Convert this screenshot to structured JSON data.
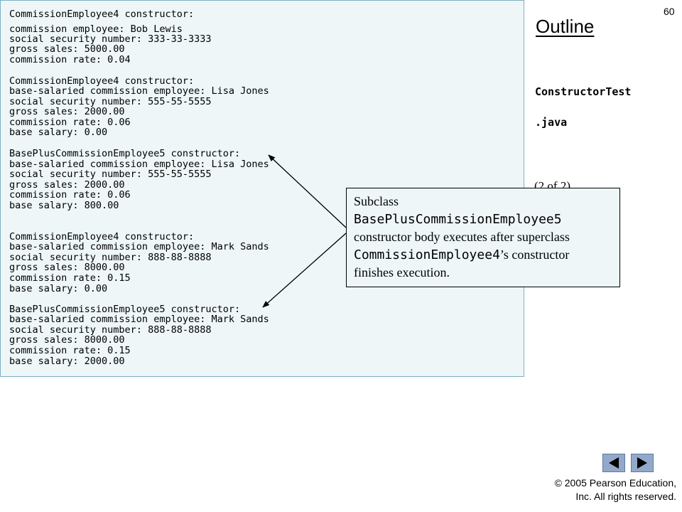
{
  "slide_number": "60",
  "outline_title": "Outline",
  "file_name_part1": "ConstructorTest",
  "file_name_part2": ".java",
  "page_indicator": "(2 of 2)",
  "output_lines": [
    "CommissionEmployee4 constructor:",
    "commission employee: Bob Lewis",
    "social security number: 333-33-3333",
    "gross sales: 5000.00",
    "commission rate: 0.04",
    "CommissionEmployee4 constructor:",
    "base-salaried commission employee: Lisa Jones",
    "social security number: 555-55-5555",
    "gross sales: 2000.00",
    "commission rate: 0.06",
    "base salary: 0.00",
    "BasePlusCommissionEmployee5 constructor:",
    "base-salaried commission employee: Lisa Jones",
    "social security number: 555-55-5555",
    "gross sales: 2000.00",
    "commission rate: 0.06",
    "base salary: 800.00",
    "CommissionEmployee4 constructor:",
    "base-salaried commission employee: Mark Sands",
    "social security number: 888-88-8888",
    "gross sales: 8000.00",
    "commission rate: 0.15",
    "base salary: 0.00",
    "BasePlusCommissionEmployee5 constructor:",
    "base-salaried commission employee: Mark Sands",
    "social security number: 888-88-8888",
    "gross sales: 8000.00",
    "commission rate: 0.15",
    "base salary: 2000.00"
  ],
  "callout": {
    "line1": "Subclass",
    "line2_code": "BasePlusCommissionEmployee5",
    "line3": "constructor body executes after superclass",
    "line4_code": "CommissionEmployee4",
    "line4_text": "’s constructor",
    "line5": "finishes execution."
  },
  "nav": {
    "prev_icon": "triangle-left",
    "next_icon": "triangle-right"
  },
  "copyright_line1": "© 2005 Pearson Education,",
  "copyright_line2": "Inc.  All rights reserved."
}
